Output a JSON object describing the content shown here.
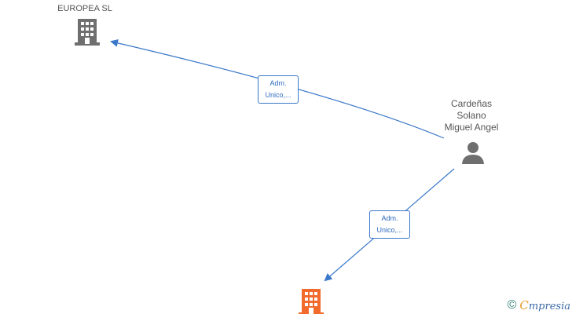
{
  "nodes": {
    "company_top": {
      "label": "EUROPEA SL",
      "icon": "building-icon",
      "color": "#6f6f6f"
    },
    "person": {
      "label_lines": [
        "Cardeñas",
        "Solano",
        "Miguel Angel"
      ],
      "icon": "person-icon",
      "color": "#6f6f6f"
    },
    "company_bottom": {
      "label": "",
      "icon": "building-icon",
      "color": "#f26b2d"
    }
  },
  "relations": [
    {
      "line1": "Adm.",
      "line2": "Unico,..."
    },
    {
      "line1": "Adm.",
      "line2": "Unico,..."
    }
  ],
  "edge_color": "#3a78c9",
  "watermark": {
    "copyright": "©",
    "brand_first": "C",
    "brand_rest": "mpresia"
  }
}
